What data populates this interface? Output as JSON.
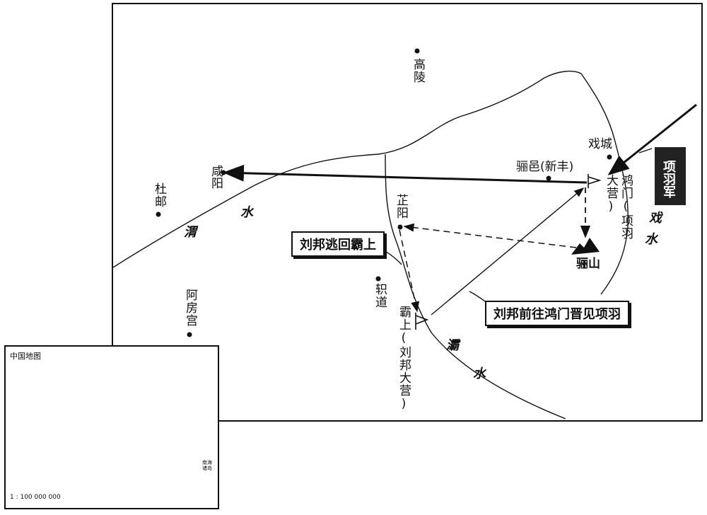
{
  "places": {
    "gaoling": "高陵",
    "xianyang": "咸阳",
    "duyou": "杜邮",
    "afanggong": "阿房宫",
    "zhidao": "轵道",
    "zhiyang": "芷阳",
    "bashang": "霸上(刘邦大营)",
    "liyi": "骊邑(新丰)",
    "xicheng": "戏城",
    "hongmen": "鸿门(项羽大营)",
    "lishan": "骊山"
  },
  "rivers": {
    "wei_1": "渭",
    "wei_2": "水",
    "ba_1": "灞",
    "ba_2": "水",
    "xi_1": "戏",
    "xi_2": "水"
  },
  "callouts": {
    "escape": "刘邦逃回霸上",
    "visit": "刘邦前往鸿门晋见项羽",
    "xiangyu_army": "项羽军"
  },
  "inset": {
    "title": "中国地图",
    "scale": "1 : 100 000 000",
    "south_sea": "南海诸岛"
  },
  "colors": {
    "ink": "#111111",
    "highlight": "#bbbbbb",
    "army_box": "#222222"
  }
}
